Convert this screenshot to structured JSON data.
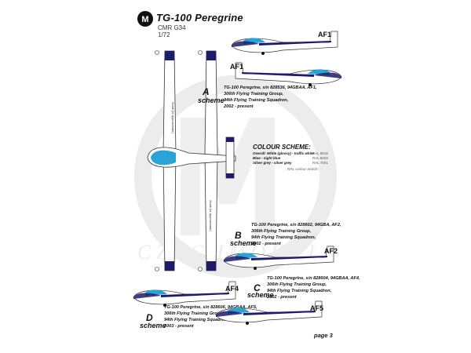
{
  "header": {
    "title": "TG-100 Peregrine",
    "subtitle": "CMR G34",
    "scale": "1/72"
  },
  "schemes": [
    {
      "letter": "A",
      "word": "scheme",
      "caption": "TG-100 Peregrine, s/n 828536, 94GBAA, AF1,\n306th Flying Training Group,\n94th Flying Training Squadron,\n2002 - present",
      "tail_code": "AF1"
    },
    {
      "letter": "B",
      "word": "scheme",
      "caption": "TG-100 Peregrine, s/n 828602, 94GBA, AF2,\n306th Flying Training Group,\n94th Flying Training Squadron,\n2002 - present",
      "tail_code": "AF2"
    },
    {
      "letter": "C",
      "word": "scheme",
      "caption": "TG-100 Peregrine, s/n 828604, 94GBAA, AF4,\n306th Flying Training Group,\n94th Flying Training Squadron,\n2002 - present",
      "tail_code": "AF4"
    },
    {
      "letter": "D",
      "word": "scheme",
      "caption": "TG-100 Peregrine, s/n 828606, 94GBAA, AF5,\n306th Flying Training Group,\n94th Flying Training Squadron,\n2003 - present",
      "tail_code": "AF5"
    }
  ],
  "colour_scheme": {
    "title": "COLOUR SCHEME:",
    "lines": [
      "Overall: White (glossy) - traffic white",
      "Blue - night blue",
      "Silver grey - silver grey"
    ],
    "codes": [
      "RAL 9016",
      "RAL 5022",
      "RAL 7001"
    ],
    "note": "RAL colour match:"
  },
  "wing_note": "Scale (is approximate)",
  "page": "page 3",
  "colors": {
    "navy": "#1d1b6b",
    "cyan": "#2aa3d6",
    "watermark": "#e6e6e6"
  }
}
